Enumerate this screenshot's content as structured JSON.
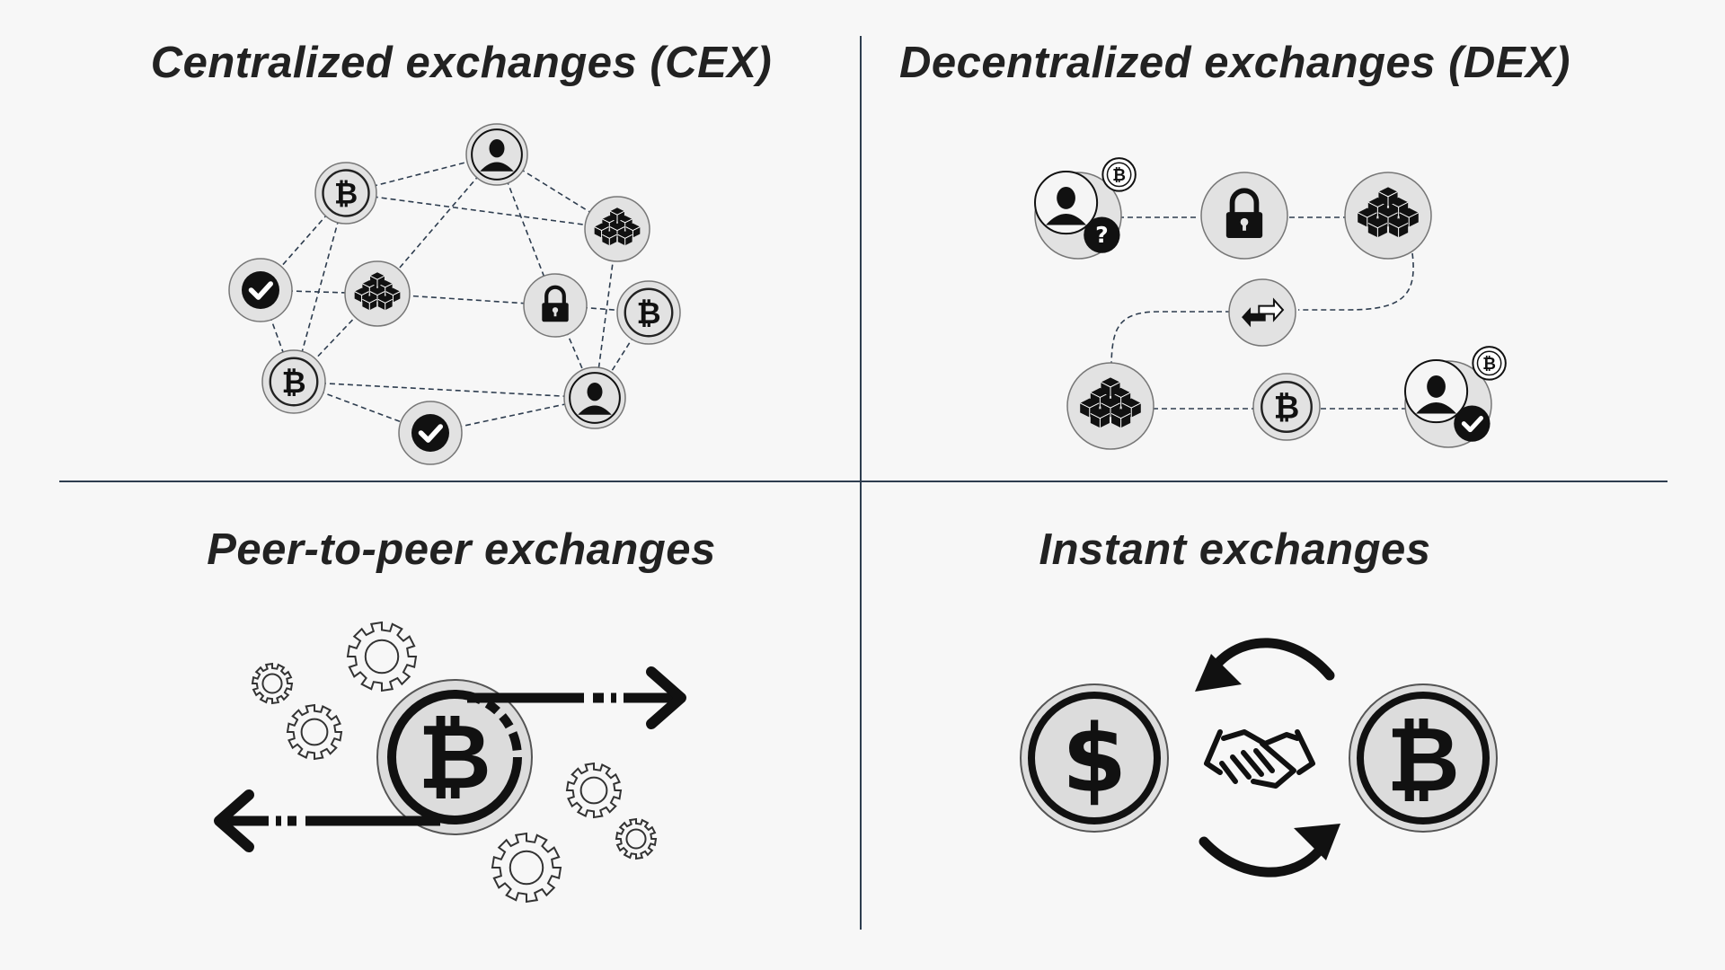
{
  "quadrants": {
    "cex": {
      "title": "Centralized exchanges (CEX)"
    },
    "dex": {
      "title": "Decentralized exchanges (DEX)"
    },
    "p2p": {
      "title": "Peer-to-peer exchanges"
    },
    "instant": {
      "title": "Instant exchanges"
    }
  },
  "symbols": {
    "bitcoin": "₿",
    "dollar": "$",
    "question": "?"
  },
  "colors": {
    "background": "#f7f7f7",
    "divider": "#2e3d4f",
    "node_fill": "#e2e2e2",
    "icon": "#111111",
    "title_text": "#222222"
  },
  "icons": {
    "cex": [
      "bitcoin-icon",
      "user-icon",
      "blocks-icon",
      "check-icon",
      "lock-icon"
    ],
    "dex": [
      "user-icon",
      "question-icon",
      "lock-icon",
      "blocks-icon",
      "swap-arrows-icon",
      "bitcoin-icon",
      "check-icon"
    ],
    "p2p": [
      "gear-icon",
      "bitcoin-icon",
      "arrow-right-icon",
      "arrow-left-icon"
    ],
    "instant": [
      "dollar-icon",
      "bitcoin-icon",
      "handshake-icon",
      "cycle-arrow-icon"
    ]
  }
}
